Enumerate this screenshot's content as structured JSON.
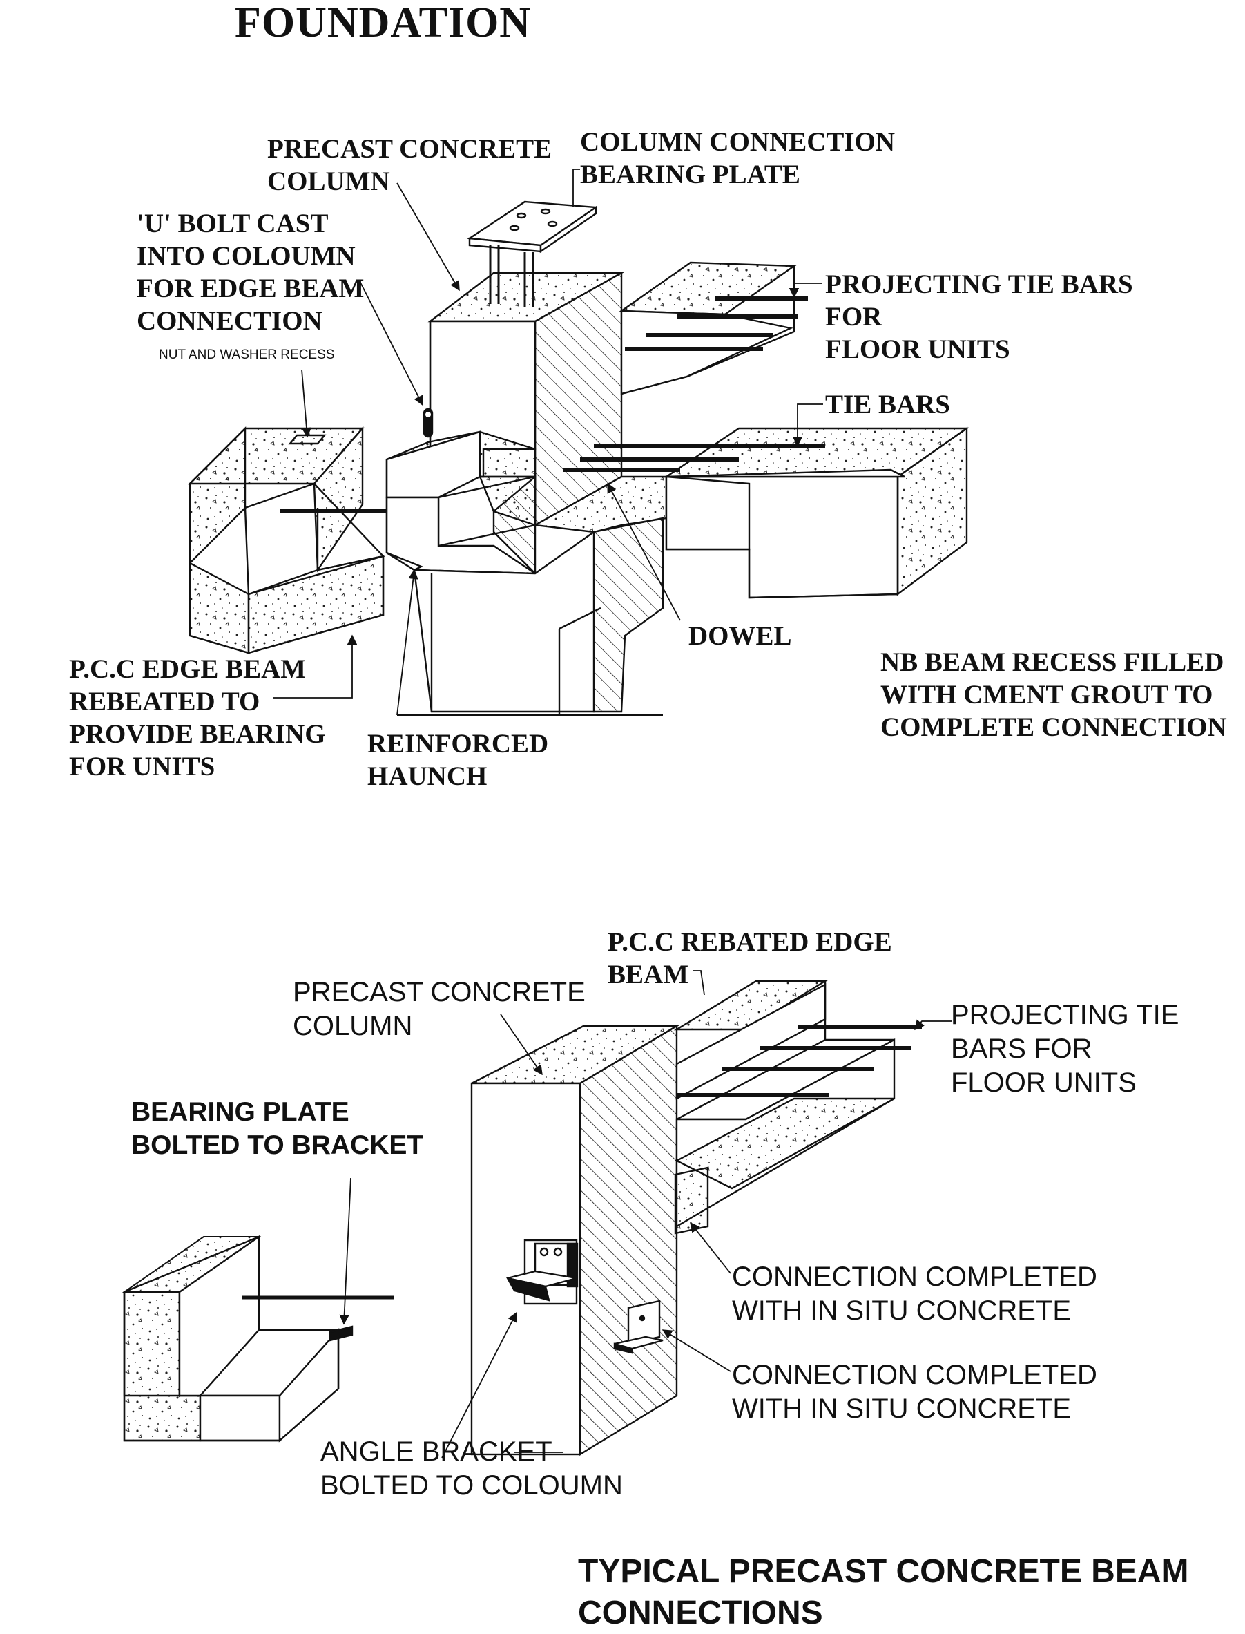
{
  "header": {
    "title": "FOUNDATION"
  },
  "top_diagram": {
    "labels": {
      "precast_column": "PRECAST CONCRETE\nCOLUMN",
      "column_bearing_plate": "COLUMN CONNECTION\nBEARING PLATE",
      "u_bolt": "'U' BOLT CAST\nINTO COLOUMN\nFOR EDGE BEAM\nCONNECTION",
      "nut_washer": "NUT AND WASHER RECESS",
      "projecting_tie_bars": "PROJECTING TIE BARS\nFOR\nFLOOR UNITS",
      "tie_bars": "TIE BARS",
      "dowel": "DOWEL",
      "edge_beam": "P.C.C EDGE BEAM\nREBEATED TO\nPROVIDE BEARING\nFOR UNITS",
      "haunch": "REINFORCED\nHAUNCH",
      "nb_note": "NB BEAM RECESS FILLED\nWITH CMENT GROUT TO\nCOMPLETE CONNECTION"
    }
  },
  "bottom_diagram": {
    "labels": {
      "rebated_edge_beam": "P.C.C REBATED EDGE\nBEAM",
      "precast_column": "PRECAST CONCRETE\nCOLUMN",
      "projecting_tie_bars": "PROJECTING TIE\nBARS FOR\nFLOOR UNITS",
      "bearing_plate": "BEARING PLATE\nBOLTED TO BRACKET",
      "connection_1": "CONNECTION COMPLETED\nWITH IN SITU CONCRETE",
      "connection_2": "CONNECTION COMPLETED\nWITH IN SITU CONCRETE",
      "angle_bracket": "ANGLE BRACKET\nBOLTED TO COLOUMN"
    }
  },
  "footer": {
    "title": "TYPICAL PRECAST CONCRETE BEAM\nCONNECTIONS"
  },
  "colors": {
    "ink": "#111111",
    "paper": "#ffffff"
  }
}
